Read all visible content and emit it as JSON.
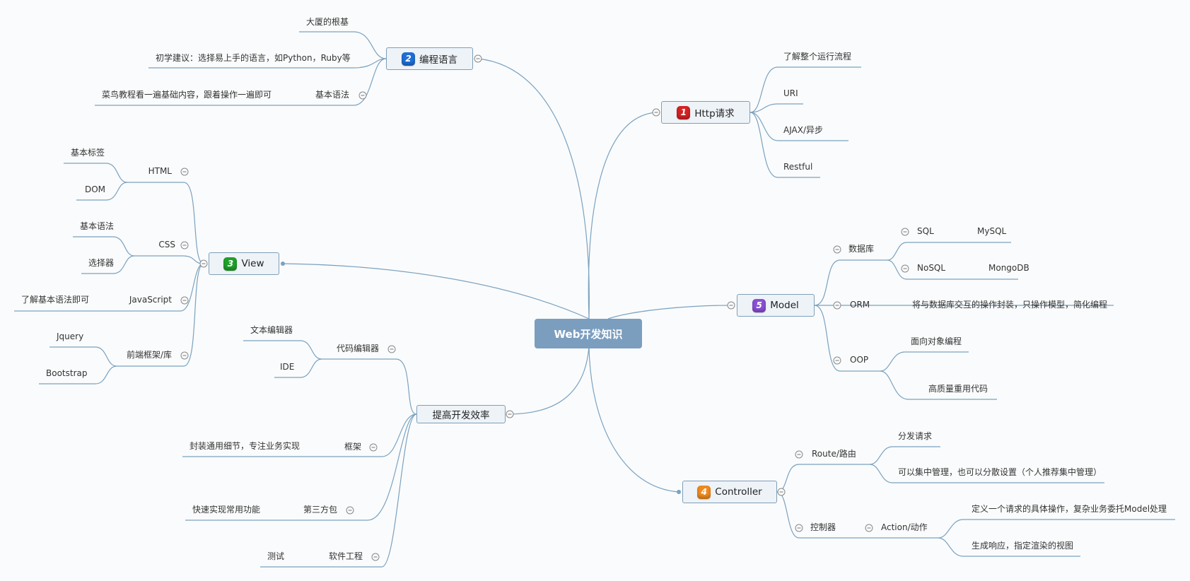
{
  "root": {
    "label": "Web开发知识"
  },
  "colors": {
    "line": "#7aa2c0",
    "root_fill": "#7b9ebf",
    "topic_fill": "#eef3f8",
    "topic_border": "#7f9fb8"
  },
  "topics": {
    "lang": {
      "label": "编程语言",
      "badge": "2",
      "badge_color": "#1f6fd6"
    },
    "http": {
      "label": "Http请求",
      "badge": "1",
      "badge_color": "#d42222"
    },
    "view": {
      "label": "View",
      "badge": "3",
      "badge_color": "#1fa02a"
    },
    "model": {
      "label": "Model",
      "badge": "5",
      "badge_color": "#8a4fd6"
    },
    "eff": {
      "label": "提高开发效率",
      "badge": "",
      "badge_color": ""
    },
    "ctrl": {
      "label": "Controller",
      "badge": "4",
      "badge_color": "#f08a1c"
    }
  },
  "lang": {
    "foundation": "大厦的根基",
    "advice": "初学建议：选择易上手的语言，如Python，Ruby等",
    "syntax": "基本语法",
    "syntax_note": "菜鸟教程看一遍基础内容，跟着操作一遍即可"
  },
  "http": {
    "flow": "了解整个运行流程",
    "uri": "URI",
    "ajax": "AJAX/异步",
    "restful": "Restful"
  },
  "view": {
    "html": "HTML",
    "html_tags": "基本标签",
    "html_dom": "DOM",
    "css": "CSS",
    "css_syntax": "基本语法",
    "css_selector": "选择器",
    "js": "JavaScript",
    "js_note": "了解基本语法即可",
    "fe": "前端框架/库",
    "fe_jquery": "Jquery",
    "fe_bootstrap": "Bootstrap"
  },
  "model": {
    "db": "数据库",
    "sql": "SQL",
    "mysql": "MySQL",
    "nosql": "NoSQL",
    "mongodb": "MongoDB",
    "orm": "ORM",
    "orm_note": "将与数据库交互的操作封装，只操作模型，简化编程",
    "oop": "OOP",
    "oop_1": "面向对象编程",
    "oop_2": "高质量重用代码"
  },
  "eff": {
    "editor": "代码编辑器",
    "text_editor": "文本编辑器",
    "ide": "IDE",
    "framework": "框架",
    "framework_note": "封装通用细节，专注业务实现",
    "thirdparty": "第三方包",
    "thirdparty_note": "快速实现常用功能",
    "se": "软件工程",
    "se_note": "测试"
  },
  "ctrl": {
    "route": "Route/路由",
    "route_1": "分发请求",
    "route_2": "可以集中管理，也可以分散设置（个人推荐集中管理）",
    "controller": "控制器",
    "action": "Action/动作",
    "action_1": "定义一个请求的具体操作，复杂业务委托Model处理",
    "action_2": "生成响应，指定渲染的视图"
  }
}
